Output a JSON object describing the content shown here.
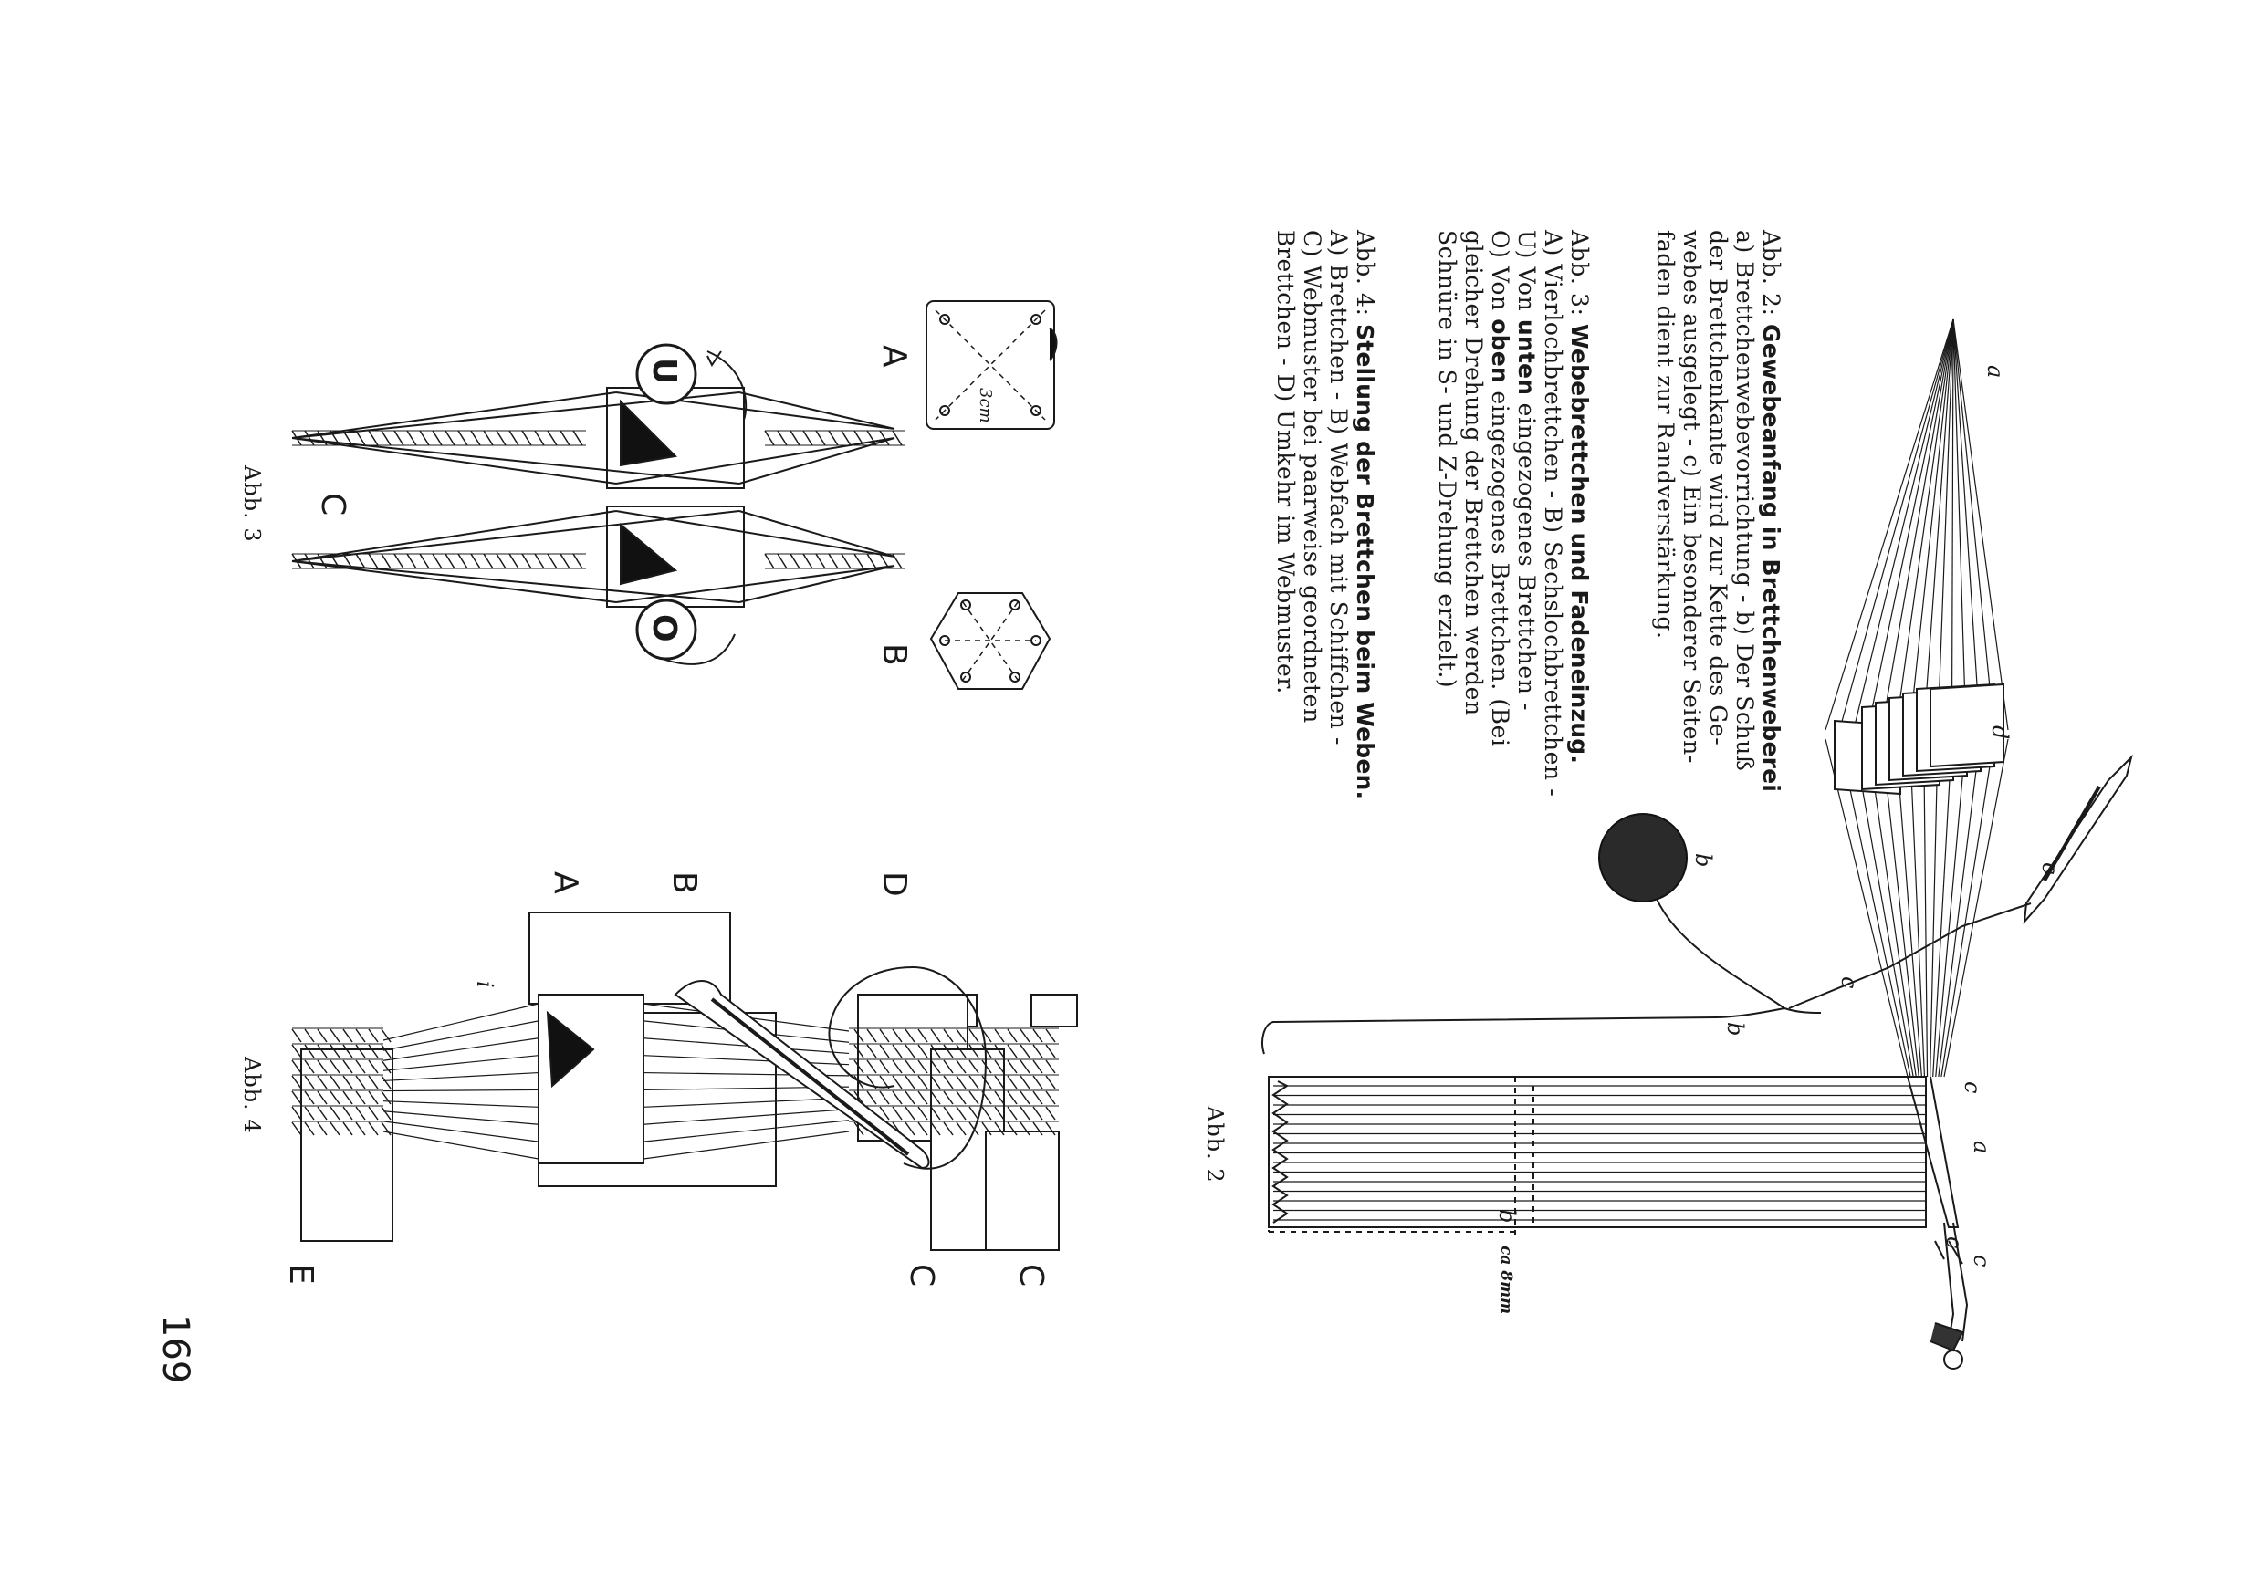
{
  "page_number": "169",
  "captions": {
    "abb2": {
      "lines": [
        {
          "prefix": "Abb. 2: ",
          "bold": "Gewebeanfang in Brettchenweberei",
          "rest": ""
        },
        {
          "prefix": "",
          "bold": "",
          "rest": "a) Brettchenwebevorrichtung - b) Der Schuß"
        },
        {
          "prefix": "",
          "bold": "",
          "rest": "der Brettchenkante wird zur Kette des Ge-"
        },
        {
          "prefix": "",
          "bold": "",
          "rest": "webes ausgelegt - c) Ein besonderer Seiten-"
        },
        {
          "prefix": "",
          "bold": "",
          "rest": "faden dient zur Randverstärkung."
        }
      ]
    },
    "abb3": {
      "lines": [
        {
          "prefix": "Abb. 3: ",
          "bold": "Webebrettchen und Fadeneinzug.",
          "rest": ""
        },
        {
          "prefix": "",
          "bold": "",
          "rest": "A) Vierlochbrettchen - B) Sechslochbrettchen -"
        },
        {
          "prefix": "U) Von ",
          "bold": "unten",
          "rest": " eingezogenes Brettchen -"
        },
        {
          "prefix": "O) Von ",
          "bold": "oben",
          "rest": " eingezogenes Brettchen. (Bei"
        },
        {
          "prefix": "",
          "bold": "",
          "rest": "gleicher Drehung der Brettchen werden"
        },
        {
          "prefix": "",
          "bold": "",
          "rest": "Schnüre in S- und Z-Drehung erzielt.)"
        }
      ]
    },
    "abb4": {
      "lines": [
        {
          "prefix": "Abb. 4: ",
          "bold": "Stellung der Brettchen beim Weben.",
          "rest": ""
        },
        {
          "prefix": "",
          "bold": "",
          "rest": "A) Brettchen - B) Webfach mit Schiffchen -"
        },
        {
          "prefix": "",
          "bold": "",
          "rest": "C) Webmuster bei paarweise geordneten"
        },
        {
          "prefix": "",
          "bold": "",
          "rest": "Brettchen - D) Umkehr im Webmuster."
        }
      ]
    }
  },
  "figure_titles": {
    "abb2": "Abb. 2",
    "abb3": "Abb. 3",
    "abb4": "Abb. 4"
  },
  "labels": {
    "abb2": {
      "a_top": "a",
      "d": "d",
      "c_shuttle": "c",
      "b_ball": "b",
      "c_thread": "c",
      "b_thread": "b",
      "c_mid": "c",
      "a_mid": "a",
      "b_warp": "b",
      "ca": "ca 8mm",
      "c_end1": "c",
      "c_end2": "c"
    },
    "abb3": {
      "A": "A",
      "B": "B",
      "C": "C",
      "U": "U",
      "O": "O",
      "mm": "3cm"
    },
    "abb4": {
      "A": "A",
      "B": "B",
      "D": "D",
      "C1": "C",
      "C2": "C",
      "E": "E",
      "i": "i"
    }
  }
}
